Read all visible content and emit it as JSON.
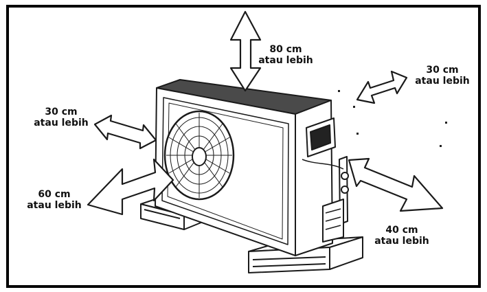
{
  "labels": {
    "top": {
      "distance": "80 cm",
      "qualifier": "atau lebih"
    },
    "right_top": {
      "distance": "30 cm",
      "qualifier": "atau lebih"
    },
    "left_upper": {
      "distance": "30 cm",
      "qualifier": "atau lebih"
    },
    "left_lower": {
      "distance": "60 cm",
      "qualifier": "atau lebih"
    },
    "right_bottom": {
      "distance": "40 cm",
      "qualifier": "atau lebih"
    }
  },
  "colors": {
    "border": "#000000",
    "arrow_fill": "#ffffff",
    "line": "#1a1a1a",
    "top_panel": "#4a4a4a"
  },
  "icons": [
    "double-arrow-icon",
    "fan-icon",
    "outdoor-unit-illustration"
  ]
}
